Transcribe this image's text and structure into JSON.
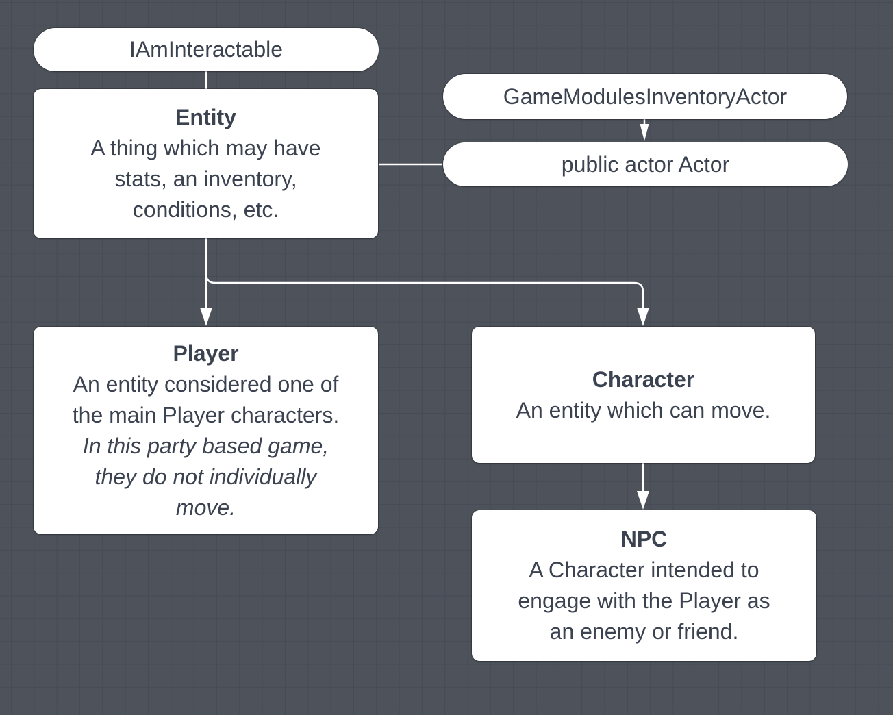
{
  "canvas": {
    "background_color": "#4D525B",
    "grid_color": "#464B54",
    "node_fill_color": "#FFFFFF",
    "text_color": "#3B4250",
    "connector_color": "#FFFFFF"
  },
  "nodes": {
    "iam_interactable": {
      "label": "IAmInteractable"
    },
    "game_modules_inventory_actor": {
      "label": "GameModulesInventoryActor"
    },
    "public_actor": {
      "label": "public actor Actor"
    },
    "entity": {
      "title": "Entity",
      "description_lines": [
        "A thing which may have",
        "stats, an inventory,",
        "conditions, etc."
      ]
    },
    "player": {
      "title": "Player",
      "description_lines": [
        "An entity considered one of",
        "the main Player characters."
      ],
      "note_lines": [
        "In this party based game,",
        "they do not individually",
        "move."
      ]
    },
    "character": {
      "title": "Character",
      "description_lines": [
        "An entity which can move."
      ]
    },
    "npc": {
      "title": "NPC",
      "description_lines": [
        "A Character intended to",
        "engage with the Player as",
        "an enemy or friend."
      ]
    }
  }
}
